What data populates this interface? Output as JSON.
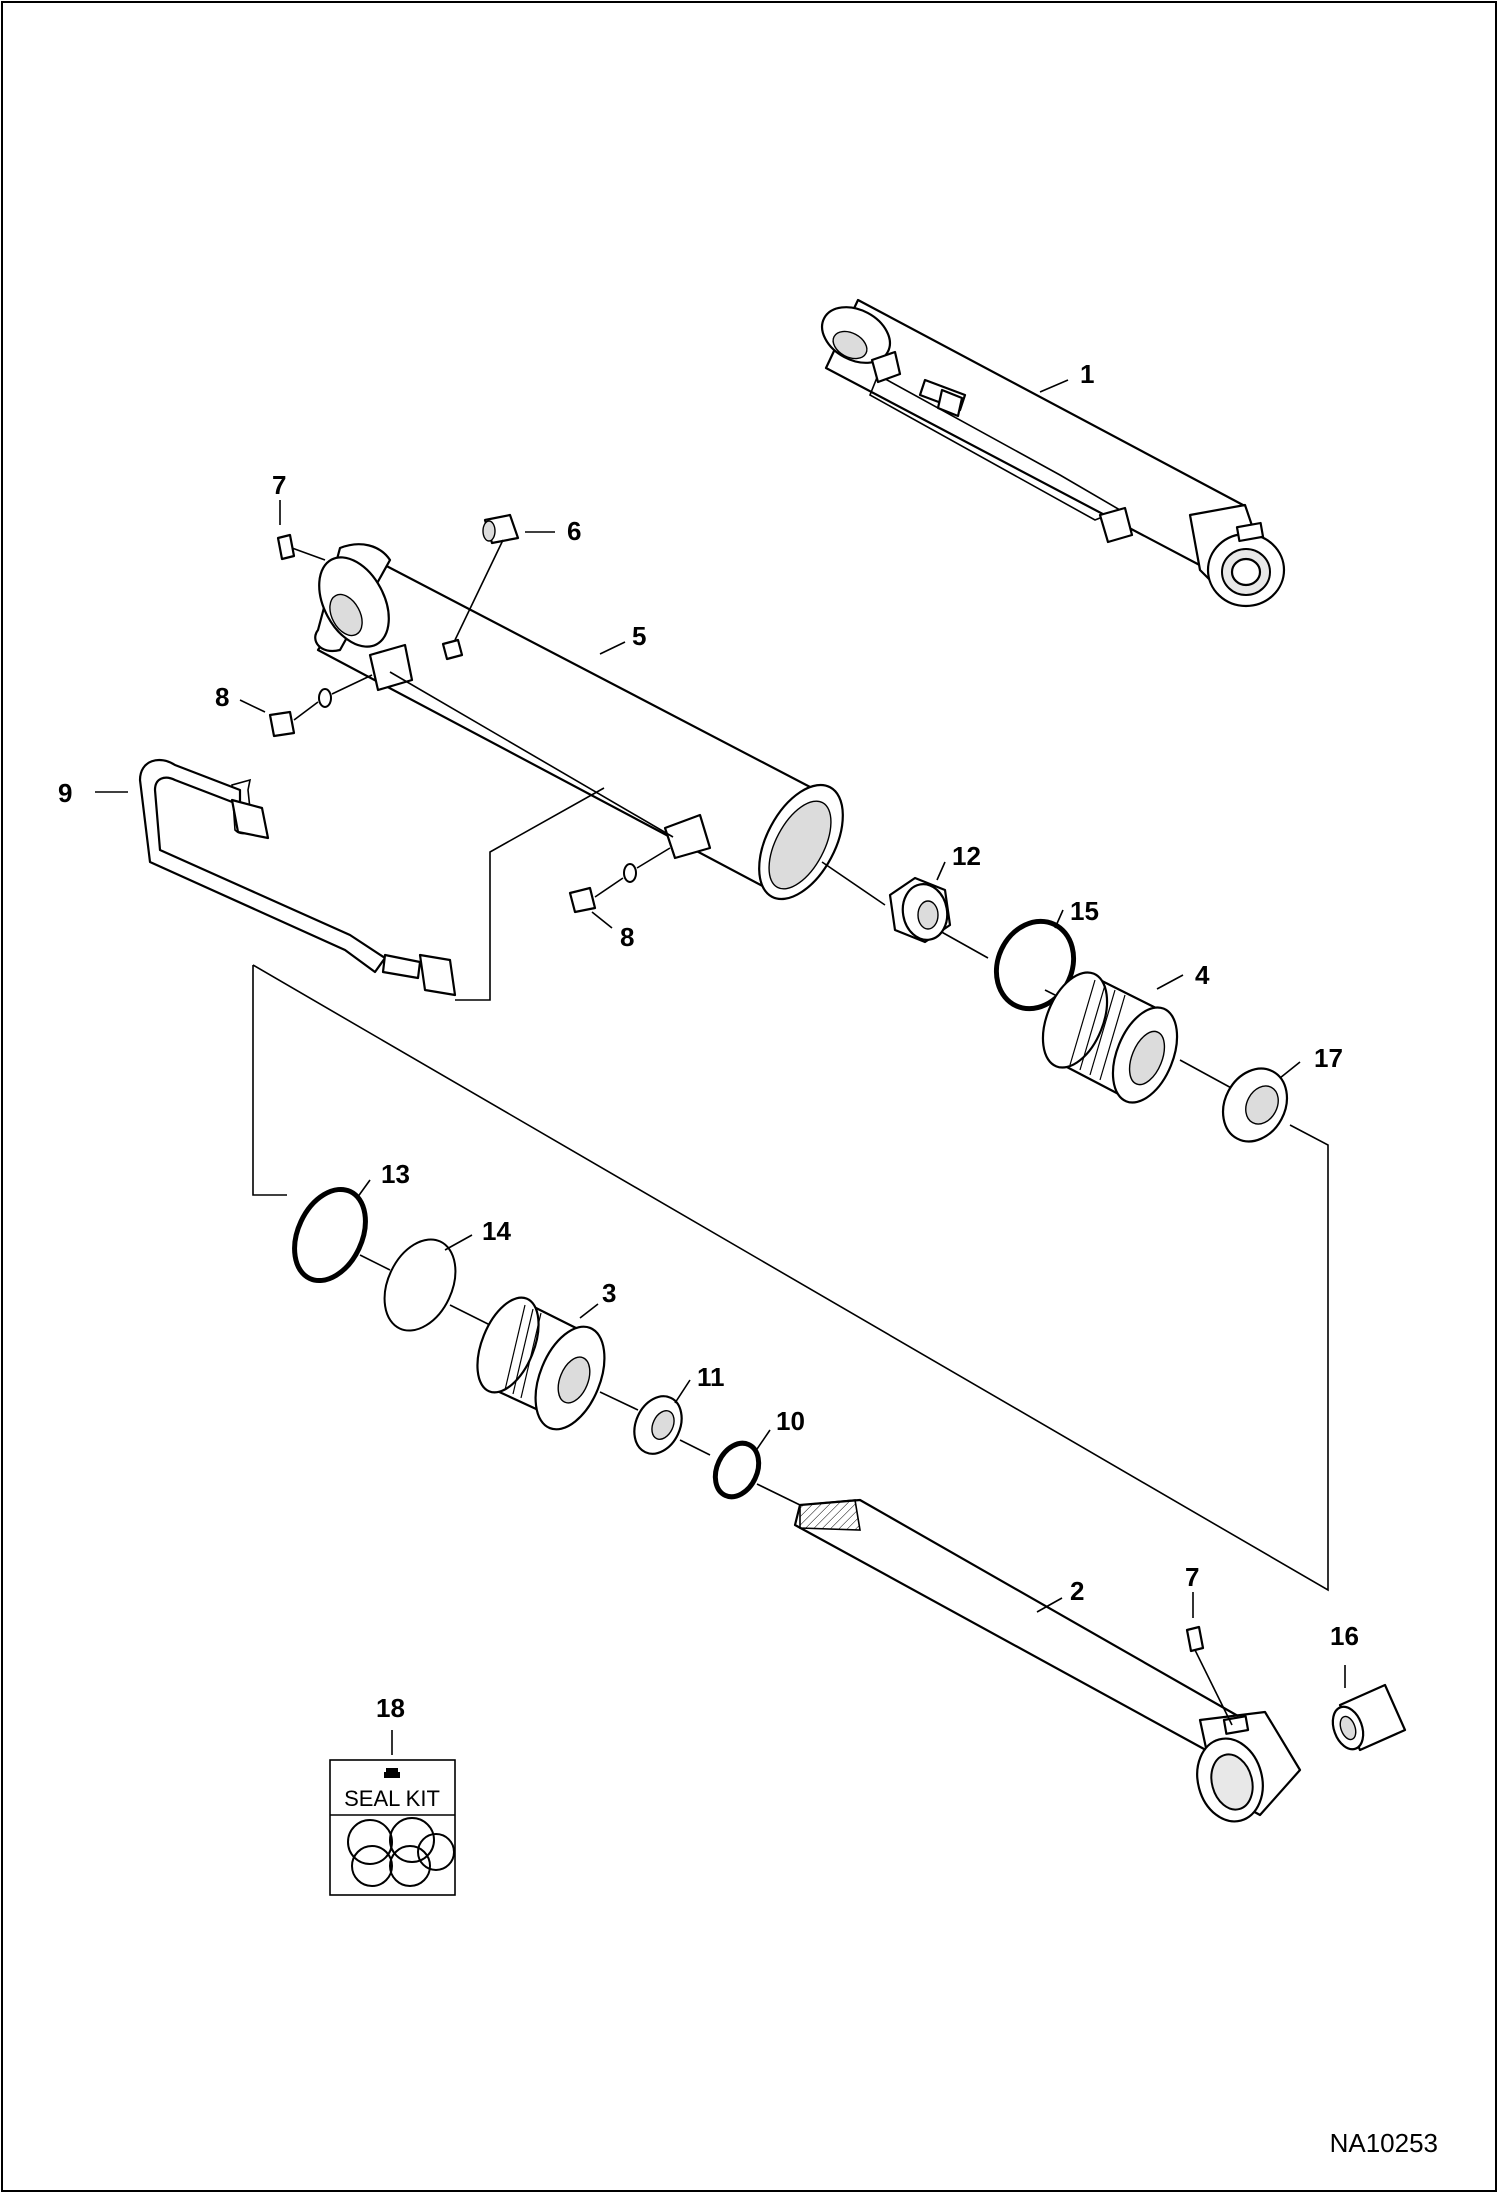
{
  "diagram": {
    "type": "exploded parts diagram",
    "reference_code": "NA10253",
    "seal_kit_label": "SEAL KIT",
    "callouts": [
      "1",
      "2",
      "3",
      "4",
      "5",
      "6",
      "7",
      "7",
      "8",
      "8",
      "9",
      "10",
      "11",
      "12",
      "13",
      "14",
      "15",
      "16",
      "17",
      "18"
    ]
  }
}
